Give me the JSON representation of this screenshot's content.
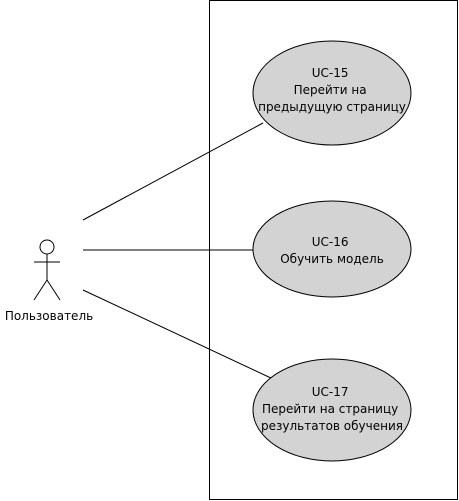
{
  "actor": {
    "name": "Пользователь",
    "icon": "stick-figure-icon"
  },
  "colors": {
    "line": "#000000",
    "ellipse_fill": "#d3d3d3",
    "background": "#ffffff"
  },
  "use_cases": [
    {
      "id": "UC-15",
      "lines": [
        "Перейти на",
        "предыдущую страницу"
      ]
    },
    {
      "id": "UC-16",
      "lines": [
        "Обучить модель"
      ]
    },
    {
      "id": "UC-17",
      "lines": [
        "Перейти на страницу",
        "результатов обучения"
      ]
    }
  ]
}
